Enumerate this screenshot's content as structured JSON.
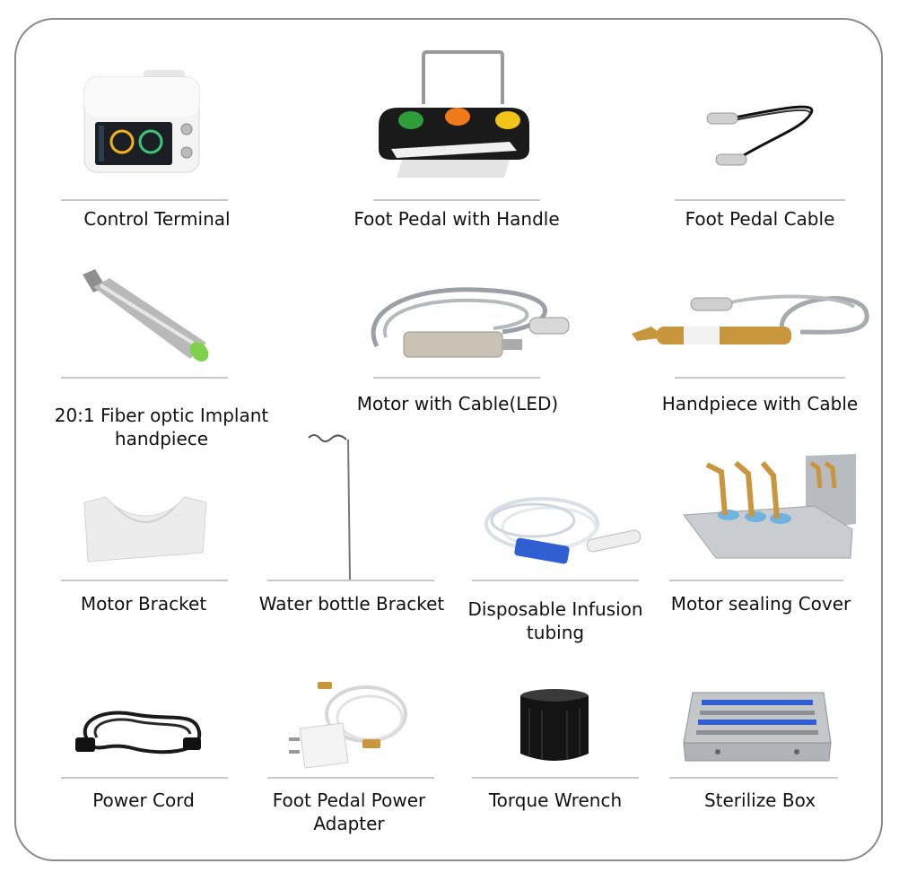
{
  "items": [
    {
      "label": "Control Terminal",
      "icon": "control-terminal-image"
    },
    {
      "label": "Foot Pedal with Handle",
      "icon": "foot-pedal-image"
    },
    {
      "label": "Foot Pedal Cable",
      "icon": "foot-pedal-cable-image"
    },
    {
      "label": "20:1 Fiber optic Implant\nhandpiece",
      "icon": "implant-handpiece-image"
    },
    {
      "label": "Motor with Cable(LED)",
      "icon": "motor-cable-image"
    },
    {
      "label": "Handpiece with Cable",
      "icon": "handpiece-cable-image"
    },
    {
      "label": "Motor Bracket",
      "icon": "motor-bracket-image"
    },
    {
      "label": "Water bottle Bracket",
      "icon": "water-bottle-bracket-image"
    },
    {
      "label": "Disposable Infusion\ntubing",
      "icon": "infusion-tubing-image"
    },
    {
      "label": "Motor sealing Cover",
      "icon": "motor-sealing-cover-image"
    },
    {
      "label": "Power Cord",
      "icon": "power-cord-image"
    },
    {
      "label": "Foot Pedal Power\nAdapter",
      "icon": "power-adapter-image"
    },
    {
      "label": "Torque Wrench",
      "icon": "torque-wrench-image"
    },
    {
      "label": "Sterilize Box",
      "icon": "sterilize-box-image"
    }
  ],
  "colors": {
    "frame": "#8a8a8a",
    "rule": "#c8c8c8",
    "pedal_green": "#2e9e3a",
    "pedal_orange": "#f07a1a",
    "pedal_yellow": "#f2c318",
    "gold": "#c8963c",
    "blue": "#2f5fd0"
  }
}
